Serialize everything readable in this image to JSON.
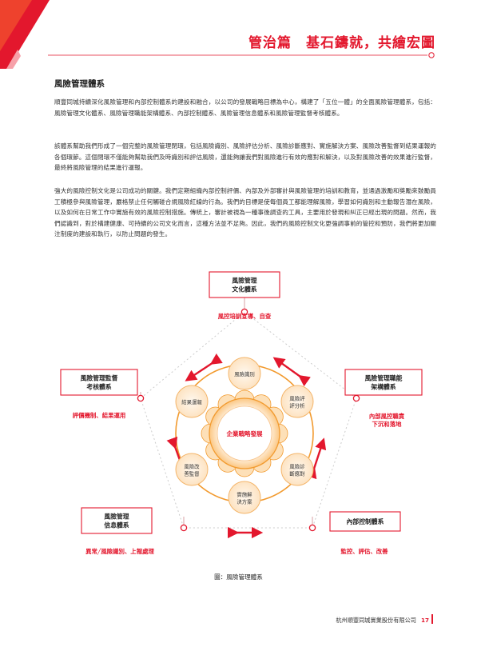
{
  "header": {
    "title": "管治篇　基石鑄就，共繪宏圖"
  },
  "section": {
    "title": "風險管理體系"
  },
  "paragraphs": [
    "順豐同城持續深化風險管理和內部控制體系的建設和融合，以公司的發展戰略目標為中心，構建了「五位一體」的全面風險管理體系，包括：風險管理文化體系、風險管理職能架構體系、內部控制體系、風險管理信息體系和風險管理監督考核體系。",
    "該體系幫助我們形成了一個完整的風險管理閉環，包括風險識別、風險評估分析、風險診斷應對、實施解決方案、風險改善監督到結果運報的各個環節。這個閉環不僅能夠幫助我們及時識別和評估風險，還能夠讓我們對風險進行有效的應對和解決，以及對風險改善的效果進行監督，最終將風險管理的結果進行運報。",
    "強大的風險控制文化是公司成功的關鍵。我們定期組織內部控制評價、內部及外部審計與風險管理的培訓和教育，並通過激勵和獎勵來鼓勵員工積極參與風險管理，嚴格禁止任何觸碰合規風險紅線的行為。我們的目標是使每個員工都能理解風險，學習如何識別和主動報告潛在風險，以及如何在日常工作中實施有效的風險控制措施。傳統上，審計被視為一種事後調查的工具，主要用於發現和糾正已經出現的問題。然而，我們認識到，對於構建健康、可持續的公司文化而言，這種方法並不足夠。因此，我們的風險控制文化更強調事前的管控和預防，我們將更加關注制度的建設和執行，以防止問題的發生。"
  ],
  "diagram": {
    "center": "企業戰略發展",
    "inner_nodes": [
      "風險識別",
      "風險評\n評分析",
      "風險診\n斷應對",
      "實施解\n決方案",
      "風險改\n善監督",
      "結果運報"
    ],
    "outer": [
      {
        "title": "風險管理\n文化體系",
        "sub": "風控培訓宣導、自查"
      },
      {
        "title": "風險管理職能\n架構體系",
        "sub": "內部風控職責\n下沉和落地"
      },
      {
        "title": "內部控制體系",
        "sub": "監控、評估、改善"
      },
      {
        "title": "風險管理\n信息體系",
        "sub": "異常╱風險識別、上報處理"
      },
      {
        "title": "風險管理監督\n考核體系",
        "sub": "評價機制、結果運用"
      }
    ]
  },
  "caption": "圖：風險管理體系",
  "footer": {
    "company": "杭州順豐同城實業股份有限公司",
    "page": "17"
  },
  "colors": {
    "accent": "#e3172d",
    "orange": "#f29a2e",
    "light_orange": "#fdd9a8"
  }
}
